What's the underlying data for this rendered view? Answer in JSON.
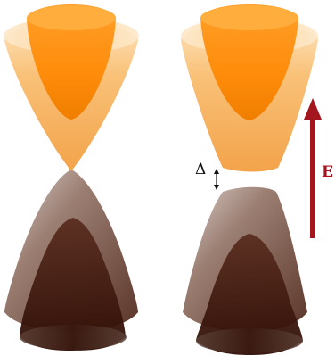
{
  "labels": {
    "gap": "Δ",
    "field": "E"
  },
  "colors": {
    "conduction_top": "#fde7c2",
    "conduction_mid": "#f5a340",
    "conduction_deep": "#ff8a00",
    "valence_light": "#c9bdb8",
    "valence_mid": "#7e5a4c",
    "valence_dark": "#3c1408",
    "field_arrow": "#a3161d",
    "gap_arrow": "#111111"
  },
  "panels": [
    {
      "name": "gapless",
      "has_gap": false
    },
    {
      "name": "gapped",
      "has_gap": true
    }
  ]
}
